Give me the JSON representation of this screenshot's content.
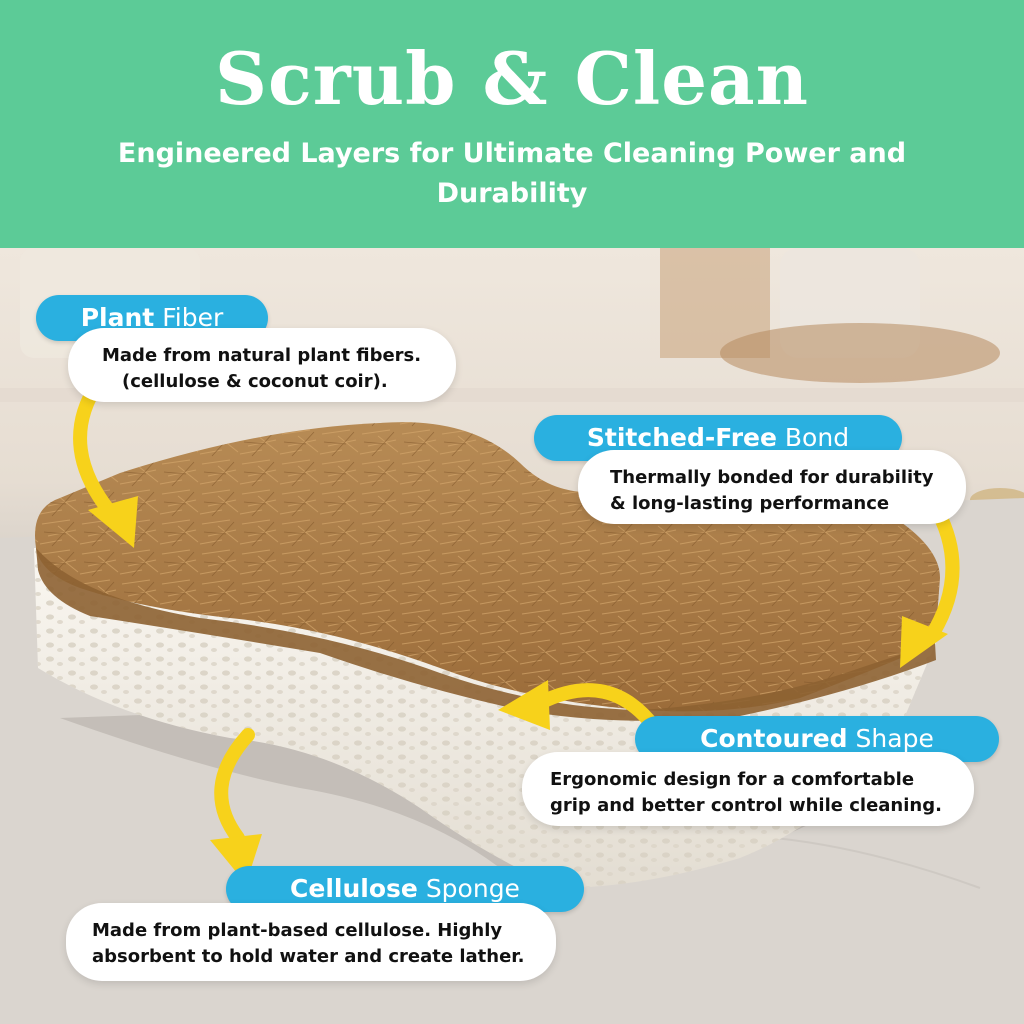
{
  "header": {
    "title": "Scrub & Clean",
    "subtitle": "Engineered Layers for Ultimate Cleaning Power and Durability"
  },
  "callouts": {
    "plant_fiber": {
      "label_strong": "Plant",
      "label_light": "Fiber",
      "desc_line1": "Made from natural plant fibers.",
      "desc_line2": "(cellulose & coconut coir)."
    },
    "stitched_free": {
      "label_strong": "Stitched-Free",
      "label_light": "Bond",
      "desc_line1": "Thermally bonded for durability",
      "desc_line2": "& long-lasting performance"
    },
    "contoured": {
      "label_strong": "Contoured",
      "label_light": "Shape",
      "desc_line1": "Ergonomic design for a comfortable",
      "desc_line2": "grip and better control while cleaning."
    },
    "cellulose": {
      "label_strong": "Cellulose",
      "label_light": "Sponge",
      "desc_line1": "Made from plant-based cellulose. Highly",
      "desc_line2": "absorbent to hold water and create lather."
    }
  },
  "colors": {
    "header_green": "#5ccb97",
    "pill_blue": "#2ab0e0",
    "arrow_yellow": "#f7d21b",
    "fiber_brown": "#a87a45",
    "sponge_white": "#f4f1ea"
  },
  "icons": [
    "curved-arrow-icon"
  ]
}
